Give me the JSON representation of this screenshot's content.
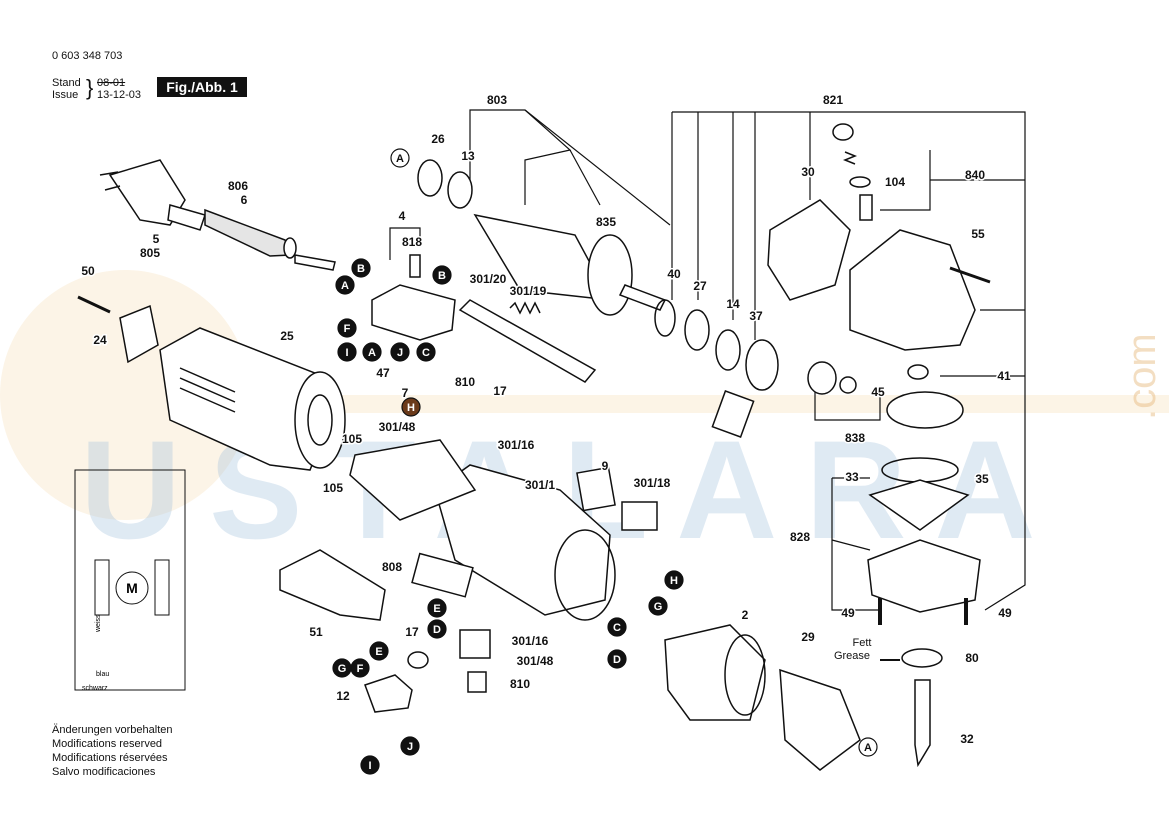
{
  "header": {
    "part_number": "0 603 348 703",
    "stand_label": "Stand",
    "issue_label": "Issue",
    "stand_date_struck": "08-01",
    "issue_date": "13-12-03",
    "fig_label": "Fig./Abb. 1"
  },
  "notes": [
    "Änderungen vorbehalten",
    "Modifications reserved",
    "Modifications réservées",
    "Salvo modificaciones"
  ],
  "watermark": {
    "text": "USTALARA",
    "domain_text": ".com"
  },
  "colors": {
    "ink": "#111111",
    "watermark_blue": "#9fbfdc",
    "watermark_orange": "#f0c27a"
  },
  "part_labels": [
    {
      "id": "803",
      "text": "803"
    },
    {
      "id": "821",
      "text": "821"
    },
    {
      "id": "26",
      "text": "26"
    },
    {
      "id": "13",
      "text": "13"
    },
    {
      "id": "840",
      "text": "840"
    },
    {
      "id": "104",
      "text": "104"
    },
    {
      "id": "30",
      "text": "30"
    },
    {
      "id": "806",
      "text": "806"
    },
    {
      "id": "6",
      "text": "6"
    },
    {
      "id": "835",
      "text": "835"
    },
    {
      "id": "4",
      "text": "4"
    },
    {
      "id": "818",
      "text": "818"
    },
    {
      "id": "5",
      "text": "5"
    },
    {
      "id": "805",
      "text": "805"
    },
    {
      "id": "55",
      "text": "55"
    },
    {
      "id": "50",
      "text": "50"
    },
    {
      "id": "301-20",
      "text": "301/20"
    },
    {
      "id": "40",
      "text": "40"
    },
    {
      "id": "27",
      "text": "27"
    },
    {
      "id": "301-19",
      "text": "301/19"
    },
    {
      "id": "14",
      "text": "14"
    },
    {
      "id": "37",
      "text": "37"
    },
    {
      "id": "24",
      "text": "24"
    },
    {
      "id": "25",
      "text": "25"
    },
    {
      "id": "47",
      "text": "47"
    },
    {
      "id": "810a",
      "text": "810"
    },
    {
      "id": "17a",
      "text": "17"
    },
    {
      "id": "7",
      "text": "7"
    },
    {
      "id": "45",
      "text": "45"
    },
    {
      "id": "41",
      "text": "41"
    },
    {
      "id": "301-48a",
      "text": "301/48"
    },
    {
      "id": "105a",
      "text": "105"
    },
    {
      "id": "301-16a",
      "text": "301/16"
    },
    {
      "id": "838",
      "text": "838"
    },
    {
      "id": "9",
      "text": "9"
    },
    {
      "id": "33",
      "text": "33"
    },
    {
      "id": "35",
      "text": "35"
    },
    {
      "id": "105b",
      "text": "105"
    },
    {
      "id": "301-1",
      "text": "301/1"
    },
    {
      "id": "301-18",
      "text": "301/18"
    },
    {
      "id": "828",
      "text": "828"
    },
    {
      "id": "808",
      "text": "808"
    },
    {
      "id": "49a",
      "text": "49"
    },
    {
      "id": "49b",
      "text": "49"
    },
    {
      "id": "51",
      "text": "51"
    },
    {
      "id": "2",
      "text": "2"
    },
    {
      "id": "17b",
      "text": "17"
    },
    {
      "id": "301-16b",
      "text": "301/16"
    },
    {
      "id": "29",
      "text": "29"
    },
    {
      "id": "fett",
      "text": "Fett"
    },
    {
      "id": "grease",
      "text": "Grease"
    },
    {
      "id": "80",
      "text": "80"
    },
    {
      "id": "301-48b",
      "text": "301/48"
    },
    {
      "id": "810b",
      "text": "810"
    },
    {
      "id": "12",
      "text": "12"
    },
    {
      "id": "32",
      "text": "32"
    }
  ],
  "callouts": [
    {
      "id": "A1",
      "letter": "A",
      "style": "white"
    },
    {
      "id": "B1",
      "letter": "B",
      "style": "black"
    },
    {
      "id": "A2",
      "letter": "A",
      "style": "black"
    },
    {
      "id": "B2",
      "letter": "B",
      "style": "black"
    },
    {
      "id": "F1",
      "letter": "F",
      "style": "black"
    },
    {
      "id": "I1",
      "letter": "I",
      "style": "black"
    },
    {
      "id": "A3",
      "letter": "A",
      "style": "black"
    },
    {
      "id": "J1",
      "letter": "J",
      "style": "black"
    },
    {
      "id": "C1",
      "letter": "C",
      "style": "black"
    },
    {
      "id": "H1",
      "letter": "H",
      "style": "brown"
    },
    {
      "id": "H2",
      "letter": "H",
      "style": "black"
    },
    {
      "id": "G1",
      "letter": "G",
      "style": "black"
    },
    {
      "id": "E1",
      "letter": "E",
      "style": "black"
    },
    {
      "id": "D1",
      "letter": "D",
      "style": "black"
    },
    {
      "id": "C2",
      "letter": "C",
      "style": "black"
    },
    {
      "id": "D2",
      "letter": "D",
      "style": "black"
    },
    {
      "id": "G2",
      "letter": "G",
      "style": "black"
    },
    {
      "id": "F2",
      "letter": "F",
      "style": "black"
    },
    {
      "id": "E2",
      "letter": "E",
      "style": "black"
    },
    {
      "id": "J2",
      "letter": "J",
      "style": "black"
    },
    {
      "id": "I2",
      "letter": "I",
      "style": "black"
    },
    {
      "id": "A4",
      "letter": "A",
      "style": "white"
    }
  ],
  "schematic": {
    "motor_label": "M",
    "wire_labels": [
      "weiss",
      "blau",
      "schwarz"
    ]
  }
}
